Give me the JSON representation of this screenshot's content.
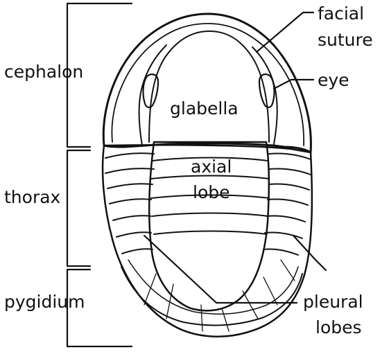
{
  "labels": {
    "cephalon": "cephalon",
    "thorax": "thorax",
    "pygidium": "pygidium",
    "facial_suture_1": "facial",
    "facial_suture_2": "suture",
    "eye": "eye",
    "glabella": "glabella",
    "axial_lobe_1": "axial",
    "axial_lobe_2": "lobe",
    "pleural_lobes_1": "pleural",
    "pleural_lobes_2": "lobes"
  },
  "colors": {
    "ink": "#111111",
    "body_fill": "#f2f2f2",
    "shade": "#dcdcdc",
    "background": "#ffffff"
  }
}
